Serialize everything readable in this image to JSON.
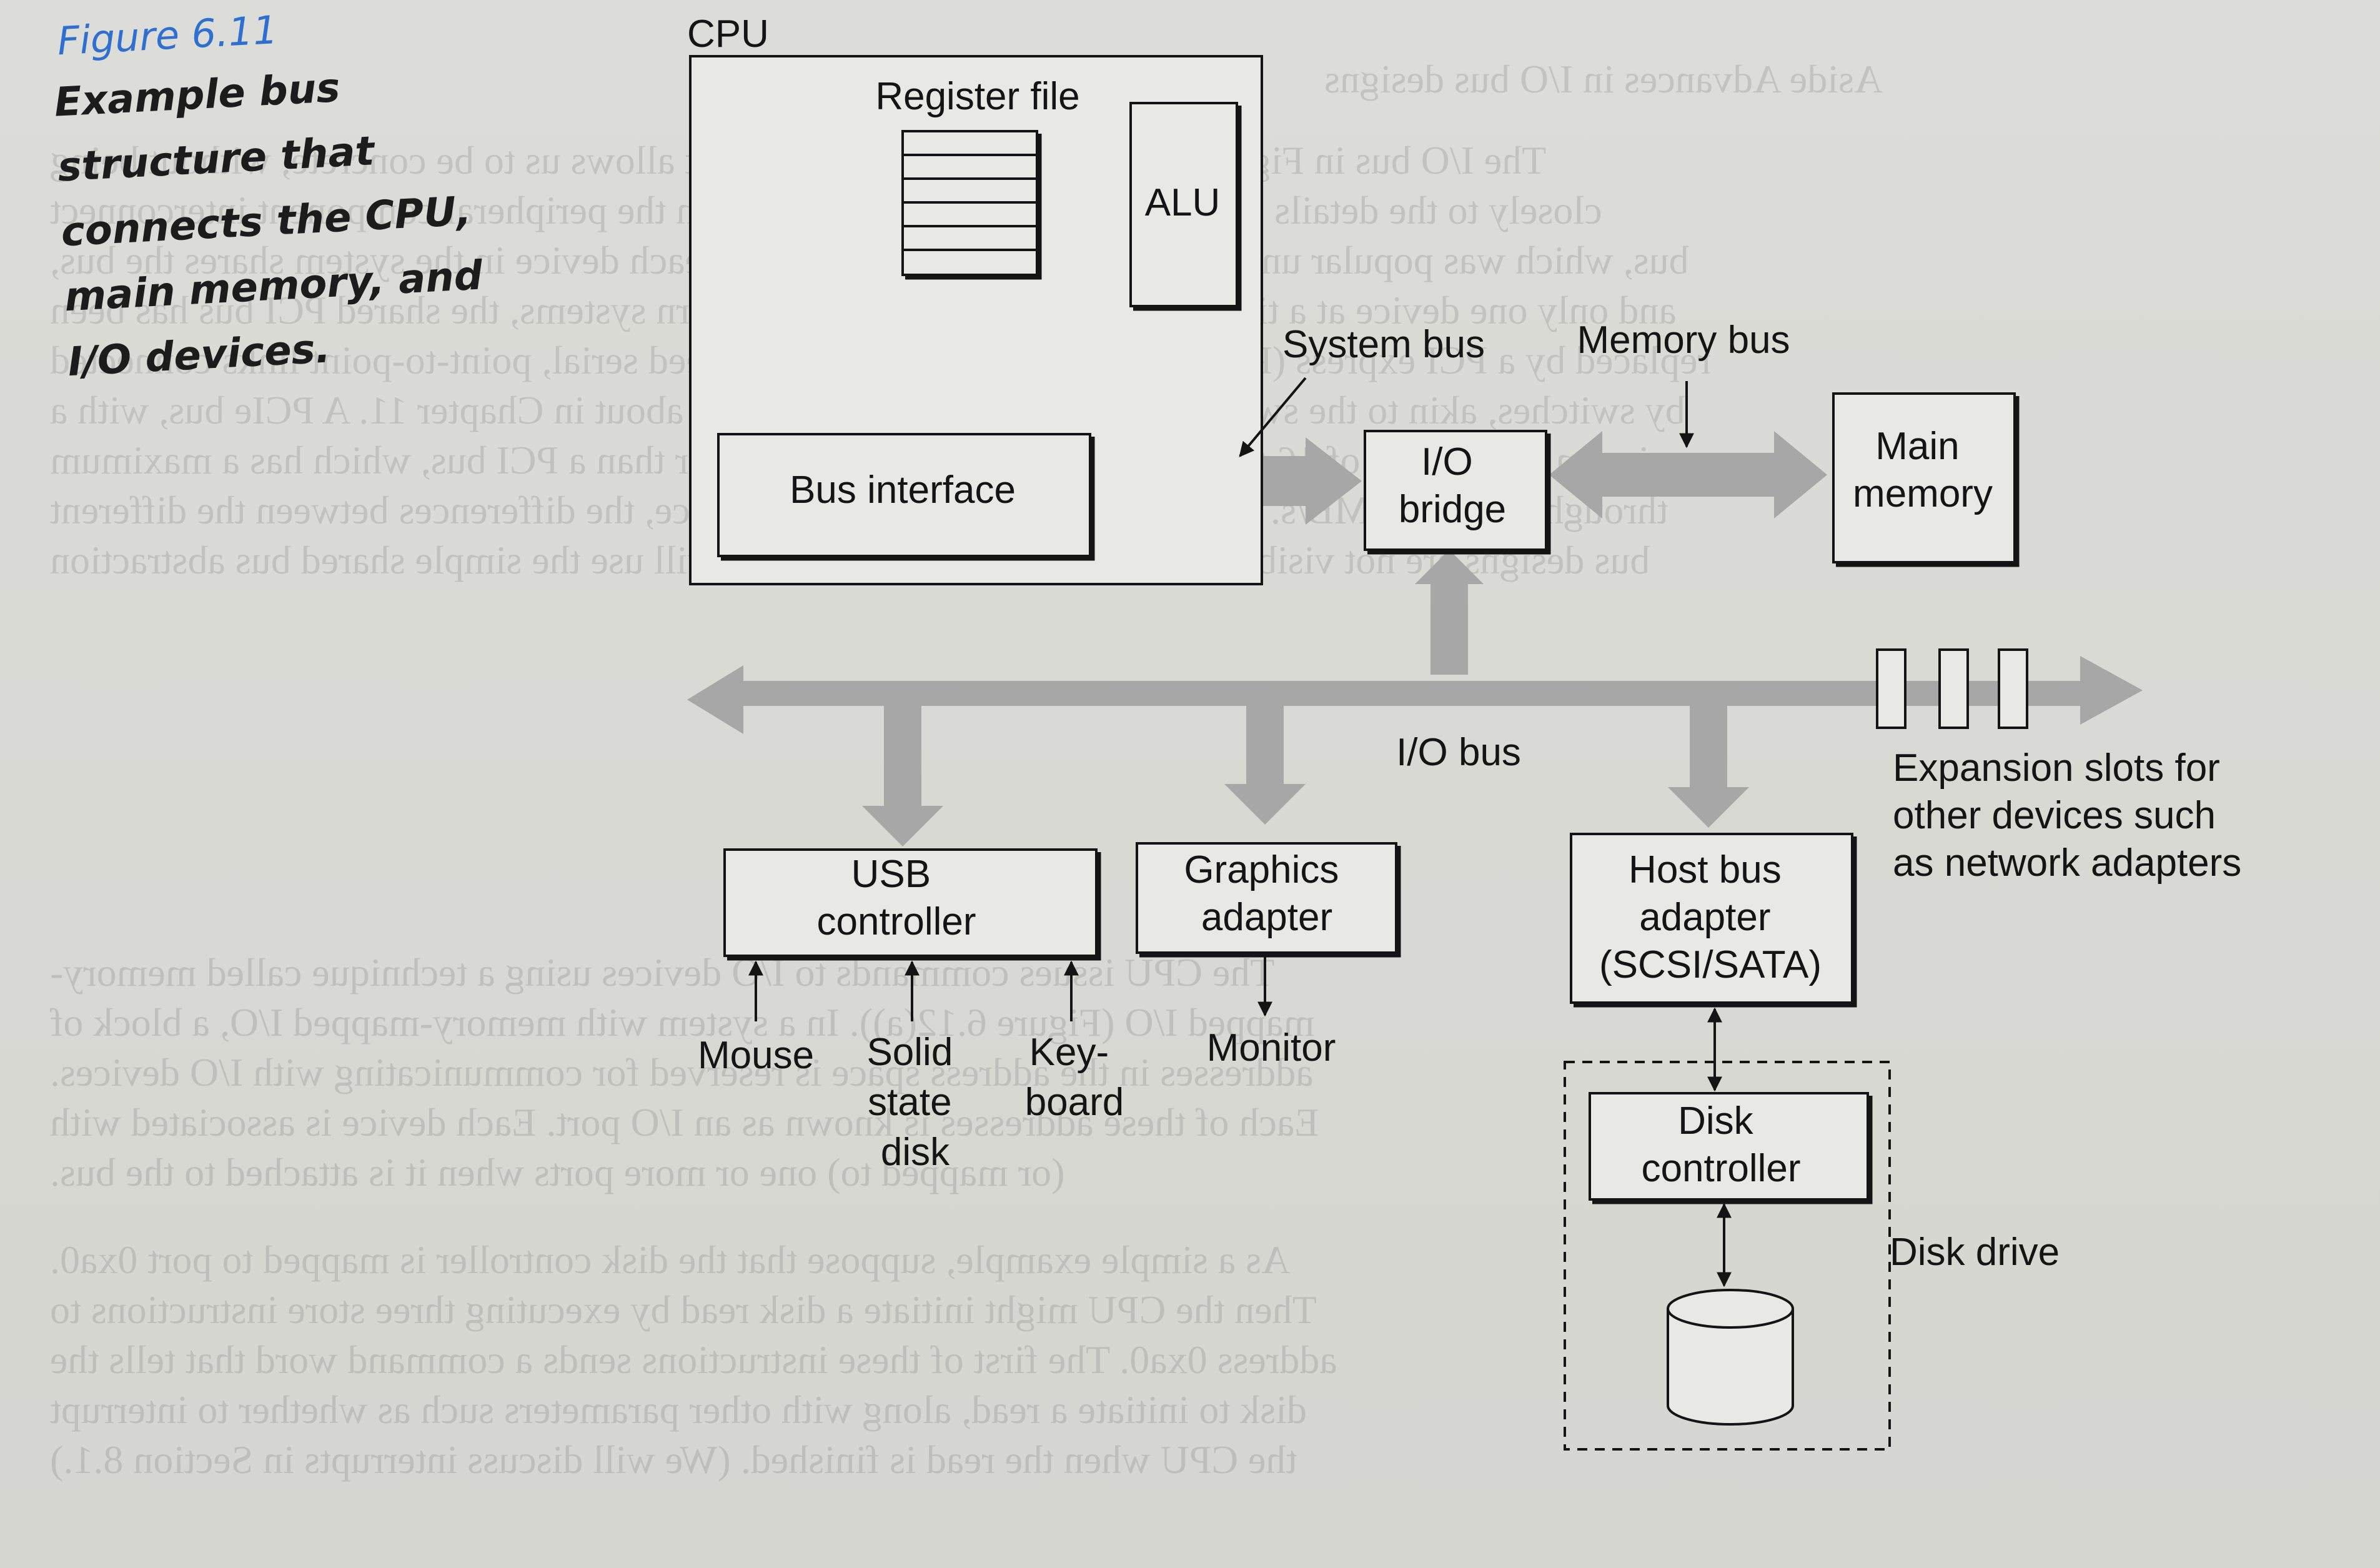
{
  "caption": {
    "figure_number": "Figure 6.11",
    "text": "Example bus structure that connects the CPU, main memory, and I/O devices."
  },
  "diagram": {
    "cpu_label": "CPU",
    "register_file_label": "Register file",
    "alu_label": "ALU",
    "bus_interface_label": "Bus interface",
    "system_bus_label": "System bus",
    "memory_bus_label": "Memory bus",
    "io_bridge_label": [
      "I/O",
      "bridge"
    ],
    "main_memory_label": [
      "Main",
      "memory"
    ],
    "io_bus_label": "I/O bus",
    "expansion_slots_label": [
      "Expansion slots for",
      "other devices such",
      "as network adapters"
    ],
    "usb_controller_label": [
      "USB",
      "controller"
    ],
    "graphics_adapter_label": [
      "Graphics",
      "adapter"
    ],
    "host_bus_adapter_label": [
      "Host bus",
      "adapter",
      "(SCSI/SATA)"
    ],
    "mouse_label": "Mouse",
    "ssd_label": [
      "Solid",
      "state",
      "disk"
    ],
    "keyboard_label": [
      "Key-",
      "board"
    ],
    "monitor_label": "Monitor",
    "disk_controller_label": [
      "Disk",
      "controller"
    ],
    "disk_drive_label": "Disk drive"
  },
  "colors": {
    "bus_fill": "#a7a7a7",
    "line": "#141414",
    "caption_blue": "#2f6fcf"
  }
}
